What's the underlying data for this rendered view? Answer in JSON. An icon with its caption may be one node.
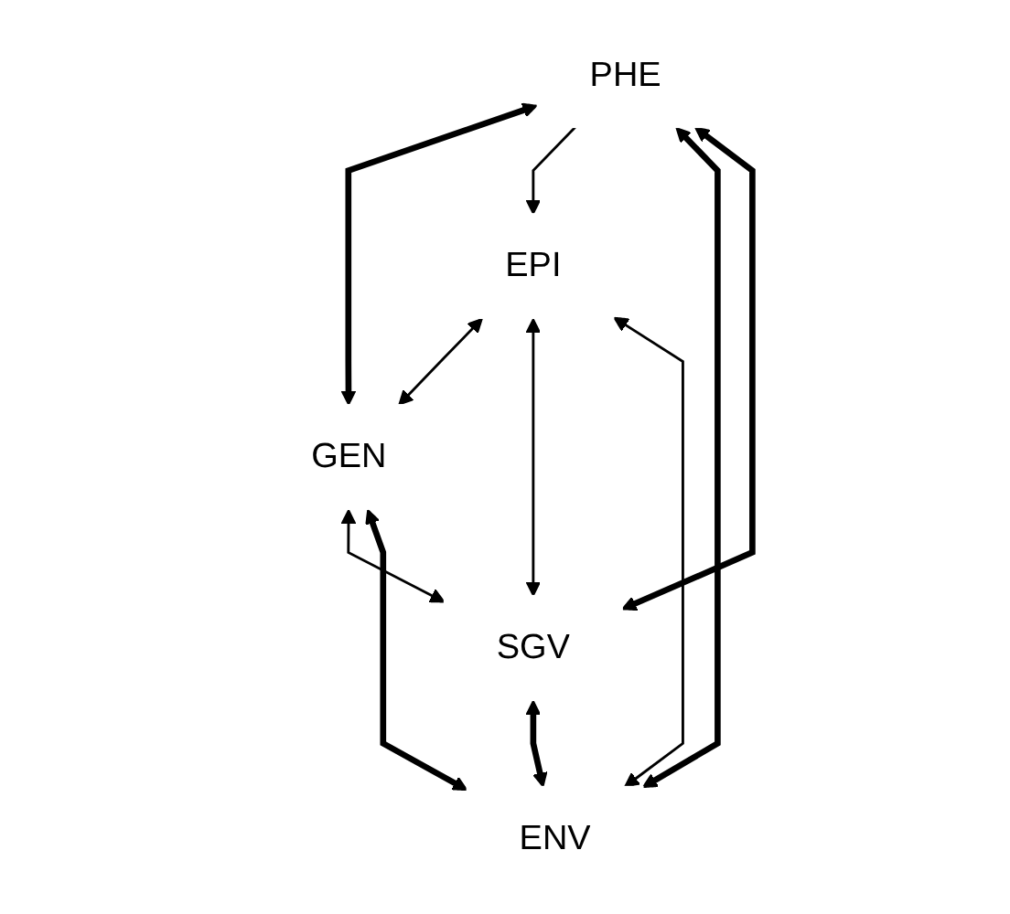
{
  "diagram": {
    "nodes": [
      {
        "text": [
          "PHE"
        ]
      },
      {
        "text": [
          "EPI"
        ]
      },
      {
        "text": [
          "GEN"
        ]
      },
      {
        "text": [
          "SGV"
        ]
      },
      {
        "text": [
          "ENV"
        ]
      }
    ],
    "edges": [
      {
        "from": 0,
        "to": 2,
        "arrow": "both",
        "style": "thick"
      },
      {
        "from": 0,
        "to": 1,
        "arrow": "to"
      },
      {
        "from": 0,
        "to": 4,
        "arrow": "both",
        "style": "thick"
      },
      {
        "from": 0,
        "to": 3,
        "arrow": "both",
        "style": "thick"
      },
      {
        "from": 1,
        "to": 2,
        "arrow": "both"
      },
      {
        "from": 1,
        "to": 3,
        "arrow": "both"
      },
      {
        "from": 1,
        "to": 4,
        "arrow": "both"
      },
      {
        "from": 2,
        "to": 3,
        "arrow": "both"
      },
      {
        "from": 2,
        "to": 4,
        "arrow": "both",
        "style": "thick"
      },
      {
        "from": 3,
        "to": 4,
        "arrow": "both",
        "style": "thick"
      }
    ]
  }
}
